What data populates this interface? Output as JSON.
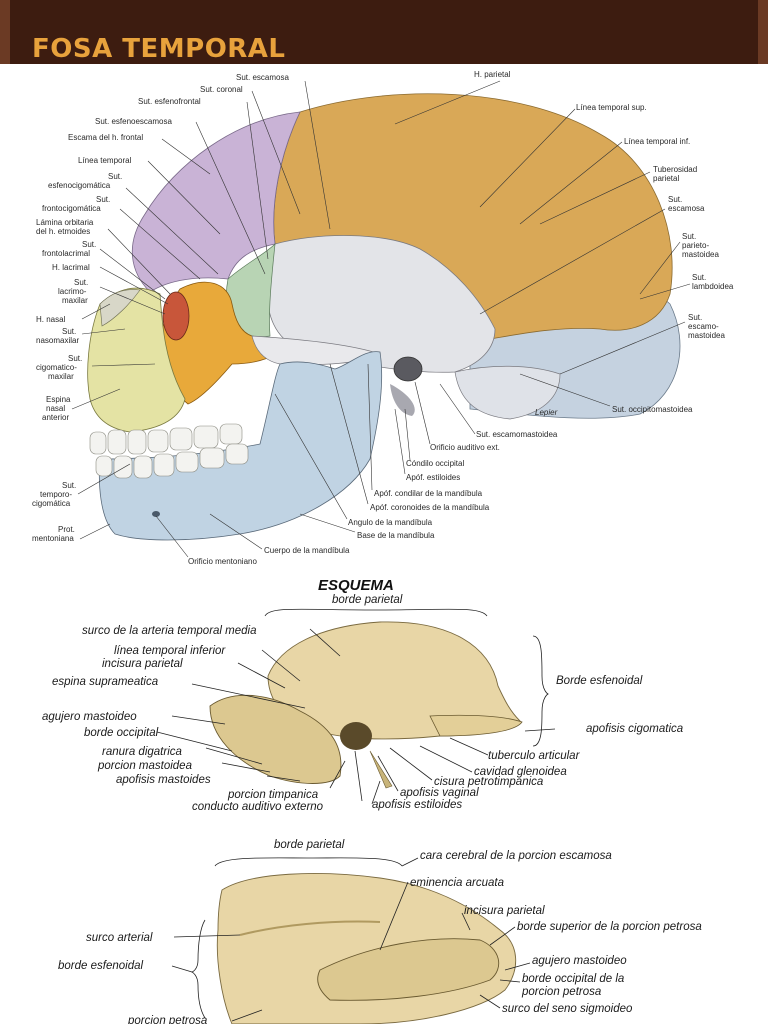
{
  "title": "FOSA TEMPORAL",
  "colors": {
    "header_bg": "#3d1c10",
    "header_text": "#e8a23c",
    "parietal": "#d9a857",
    "frontal": "#c9b3d6",
    "temporal_squama": "#e3e4e8",
    "occipital": "#c5d2e0",
    "mandible": "#c0d3e3",
    "maxilla": "#e4e3a4",
    "zygomatic": "#e8a93a",
    "sphenoid": "#b8d4b4",
    "lacrimal": "#c8563a",
    "bone_sketch": "#e8d6a6"
  },
  "skull_labels": {
    "left": [
      "Sut. escamosa",
      "Sut. coronal",
      "Sut. esfenofrontal",
      "Sut. esfenoescamosa",
      "Escama del h. frontal",
      "Línea temporal",
      "Sut.",
      "esfenocigomática",
      "Sut.",
      "frontocigomática",
      "Lámina orbitaria",
      "del h. etmoides",
      "Sut.",
      "frontolacrimal",
      "H. lacrimal",
      "Sut.",
      "lacrimo-",
      "maxilar",
      "H. nasal",
      "Sut.",
      "nasomaxilar",
      "Sut.",
      "cigomatico-",
      "maxilar",
      "Espina",
      "nasal",
      "anterior",
      "Sut.",
      "temporo-",
      "cigomática",
      "Prot.",
      "mentoniana"
    ],
    "right": [
      "H. parietal",
      "Línea temporal sup.",
      "Línea temporal inf.",
      "Tuberosidad",
      "parietal",
      "Sut.",
      "escamosa",
      "Sut.",
      "parieto-",
      "mastoidea",
      "Sut.",
      "lambdoidea",
      "Sut.",
      "escamo-",
      "mastoidea",
      "Sut. occipitomastoidea"
    ],
    "bottom": [
      "Sut. escamomastoidea",
      "Orificio auditivo ext.",
      "Cóndilo occipital",
      "Apóf. estiloides",
      "Apóf. condilar de la mandíbula",
      "Apóf. coronoides de la mandíbula",
      "Angulo de la mandíbula",
      "Base de la mandíbula",
      "Cuerpo de la mandíbula",
      "Orificio mentoniano"
    ],
    "signature": "Lepier"
  },
  "esquema": {
    "heading": "ESQUEMA",
    "top_label": "borde parietal",
    "labels_left": [
      "surco de la arteria temporal media",
      "línea temporal inferior",
      "incisura parietal",
      "espina suprameatica",
      "agujero mastoideo",
      "borde occipital",
      "ranura digatrica",
      "porcion mastoidea",
      "apofisis mastoides",
      "porcion timpanica",
      "conducto auditivo externo"
    ],
    "labels_right": [
      "Borde esfenoidal",
      "apofisis cigomatica",
      "tuberculo articular",
      "cavidad glenoidea",
      "cisura petrotimpanica",
      "apofisis vaginal",
      "apofisis estiloides"
    ]
  },
  "internal": {
    "top_label": "borde parietal",
    "labels_left": [
      "surco arterial",
      "borde esfenoidal",
      "porcion petrosa"
    ],
    "labels_right": [
      "cara cerebral de la porcion escamosa",
      "eminencia arcuata",
      "incisura parietal",
      "borde superior de la porcion petrosa",
      "agujero mastoideo",
      "borde occipital de la",
      "porcion petrosa",
      "surco del seno sigmoideo"
    ]
  }
}
